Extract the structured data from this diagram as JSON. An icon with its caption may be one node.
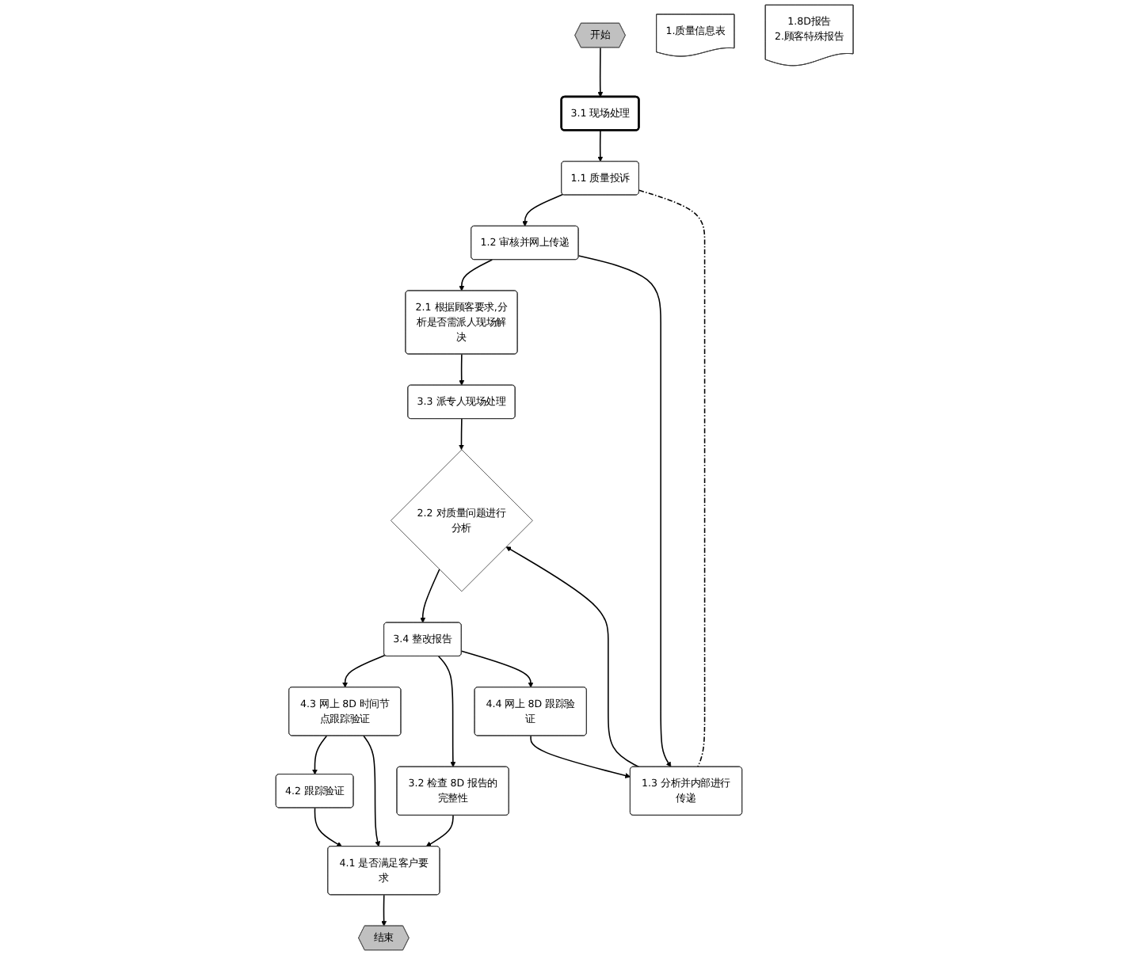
{
  "diagram": {
    "nodes": [
      {
        "text": [
          "开始"
        ]
      },
      {
        "text": [
          "结束"
        ]
      },
      {
        "text": [
          "3.1 现场处理"
        ]
      },
      {
        "text": [
          "1.1 质量投诉"
        ]
      },
      {
        "text": [
          "4.1 是否满足客户要求"
        ]
      },
      {
        "text": [
          "1.质量信息表"
        ]
      },
      {
        "text": [
          "1.2 审核并网上传递"
        ]
      },
      {
        "text": [
          "2.1 根据顾客要求,分析是否需派人现场解决"
        ]
      },
      {
        "text": [
          "3.2 检查 8D 报告的完整性"
        ]
      },
      {
        "text": [
          "4.2 跟踪验证"
        ]
      },
      {
        "text": [
          "3.3 派专人现场处理"
        ]
      },
      {
        "text": [
          "1.3 分析并内部进行传递"
        ]
      },
      {
        "text": [
          "2.2 对质量问题进行分析"
        ]
      },
      {
        "text": [
          "3.4 整改报告"
        ]
      },
      {
        "text": [
          "4.3 网上 8D 时间节点跟踪验证"
        ]
      },
      {
        "text": [
          "1.8D报告",
          "2.顾客特殊报告"
        ]
      },
      {
        "text": [
          "4.4 网上 8D 跟踪验证"
        ]
      }
    ],
    "edges": [
      {
        "from": 0,
        "to": 2,
        "arrow": "to"
      },
      {
        "from": 2,
        "to": 3,
        "arrow": "to"
      },
      {
        "from": 3,
        "to": 6,
        "arrow": "to"
      },
      {
        "from": 6,
        "to": 7,
        "arrow": "to"
      },
      {
        "from": 7,
        "to": 10,
        "arrow": "to"
      },
      {
        "from": 10,
        "to": 12,
        "arrow": "to"
      },
      {
        "from": 6,
        "to": 11,
        "arrow": "to"
      },
      {
        "from": 11,
        "to": 12,
        "arrow": "to"
      },
      {
        "from": 12,
        "to": 13,
        "arrow": "to"
      },
      {
        "from": 13,
        "to": 14,
        "arrow": "to"
      },
      {
        "from": 13,
        "to": 8,
        "arrow": "to"
      },
      {
        "from": 13,
        "to": 16,
        "arrow": "to"
      },
      {
        "from": 8,
        "to": 4,
        "arrow": "to"
      },
      {
        "from": 9,
        "to": 4,
        "arrow": "to"
      },
      {
        "from": 14,
        "to": 9,
        "arrow": "to"
      },
      {
        "from": 14,
        "to": 4,
        "arrow": "to"
      },
      {
        "from": 4,
        "to": 1,
        "arrow": "to"
      },
      {
        "from": 16,
        "to": 11,
        "arrow": "to"
      },
      {
        "from": 3,
        "to": 11,
        "arrow": "none",
        "style": "dashed"
      }
    ]
  }
}
